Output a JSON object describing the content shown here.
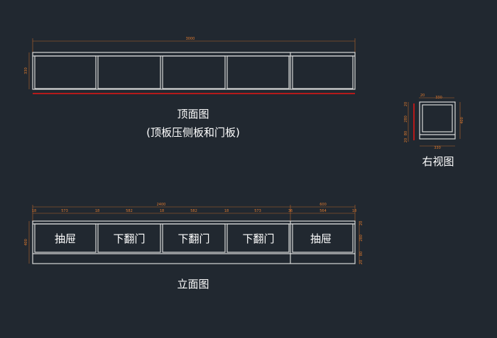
{
  "colors": {
    "background": "#212830",
    "frame": "#d8d8d8",
    "dimension": "#e07a2e",
    "red": "#b51a1a"
  },
  "top_view": {
    "title": "顶面图",
    "subtitle": "(顶板压侧板和门板)",
    "dim_length": "3000",
    "dim_depth": "330"
  },
  "side_view": {
    "title": "右视图",
    "dim_top_a": "20",
    "dim_top_b": "330",
    "dim_height": "400",
    "dim_left_a": "20",
    "dim_left_b": "280",
    "dim_left_c": "80",
    "dim_left_d": "20",
    "dim_bottom": "330"
  },
  "front_view": {
    "title": "立面图",
    "dim_total_left": "2400",
    "dim_total_right": "600",
    "segments": [
      "18",
      "573",
      "18",
      "582",
      "18",
      "582",
      "18",
      "573",
      "36",
      "564",
      "18"
    ],
    "right_dims": [
      "20",
      "280",
      "80",
      "20"
    ],
    "left_dim": "400",
    "compartments": [
      "抽屉",
      "下翻门",
      "下翻门",
      "下翻门",
      "抽屉"
    ]
  }
}
